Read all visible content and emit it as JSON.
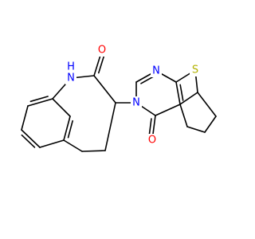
{
  "molecule": {
    "atom_colors": {
      "N": "#0000ff",
      "O": "#ff0000",
      "S": "#b2b200"
    },
    "atoms": {
      "O1": {
        "text": "O",
        "element": "O"
      },
      "N1": {
        "text": "H\nN",
        "element": "N"
      },
      "N2": {
        "text": "N",
        "element": "N"
      },
      "N3": {
        "text": "N",
        "element": "N"
      },
      "S1": {
        "text": "S",
        "element": "S"
      },
      "O2": {
        "text": "O",
        "element": "O"
      }
    }
  }
}
